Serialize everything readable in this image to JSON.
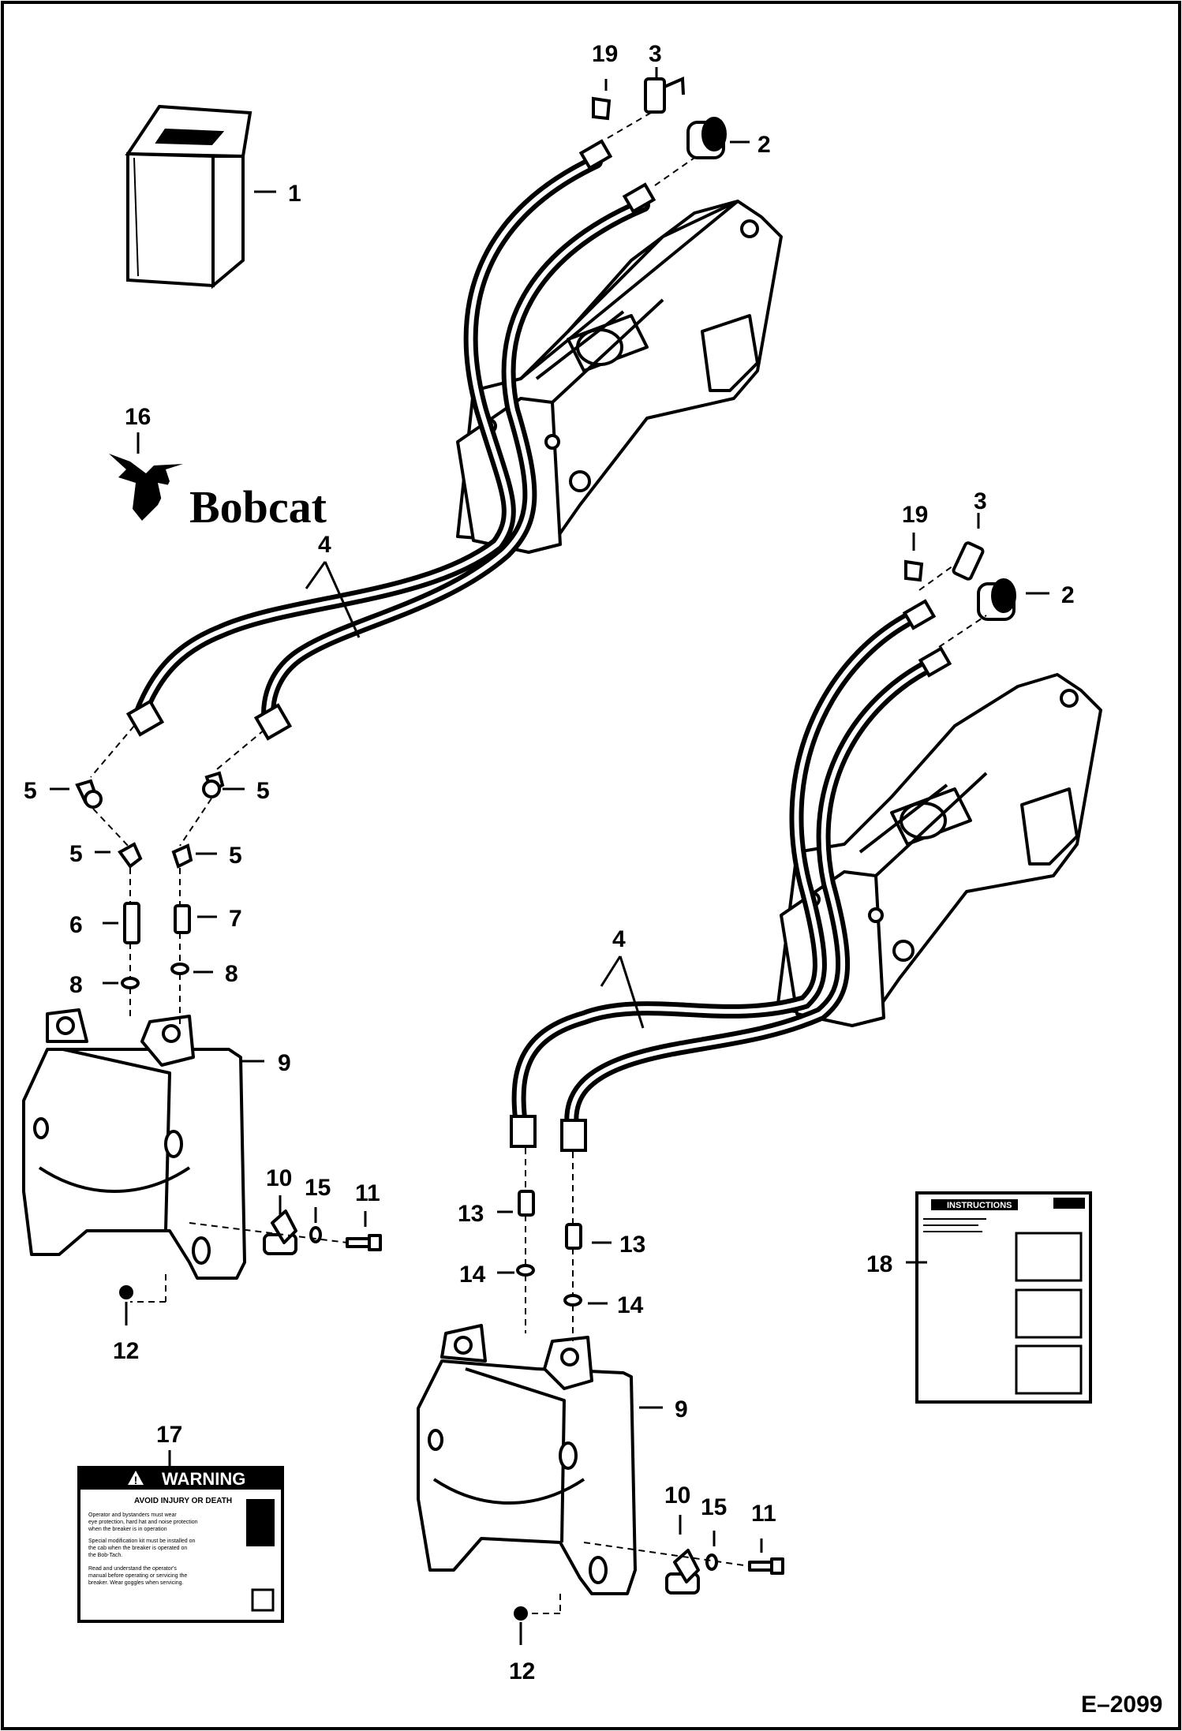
{
  "brand": {
    "logo_text": "Bobcat",
    "logo_name": "bobcat-logo"
  },
  "figure_id": "E–2099",
  "callouts": {
    "c1": "1",
    "c2a": "2",
    "c2b": "2",
    "c3a": "3",
    "c3b": "3",
    "c4a": "4",
    "c4b": "4",
    "c5a": "5",
    "c5b": "5",
    "c5c": "5",
    "c5d": "5",
    "c6": "6",
    "c7": "7",
    "c8a": "8",
    "c8b": "8",
    "c9a": "9",
    "c9b": "9",
    "c10a": "10",
    "c10b": "10",
    "c11a": "11",
    "c11b": "11",
    "c12a": "12",
    "c12b": "12",
    "c13a": "13",
    "c13b": "13",
    "c14a": "14",
    "c14b": "14",
    "c15a": "15",
    "c15b": "15",
    "c16": "16",
    "c17": "17",
    "c18": "18",
    "c19a": "19",
    "c19b": "19"
  },
  "warning_decal": {
    "title": "WARNING",
    "subtitle": "AVOID INJURY OR DEATH",
    "lines": [
      "Operator and bystanders must wear",
      "eye protection, hard hat and noise protection",
      "when the breaker is in operation",
      "Special modification kit must be installed on",
      "the cab when the breaker is operated on",
      "the Bob-Tach.",
      "Read and understand the operator's",
      "manual before operating or servicing the",
      "breaker. Wear goggles when servicing."
    ]
  },
  "instructions_sheet": {
    "title": "INSTRUCTIONS"
  }
}
